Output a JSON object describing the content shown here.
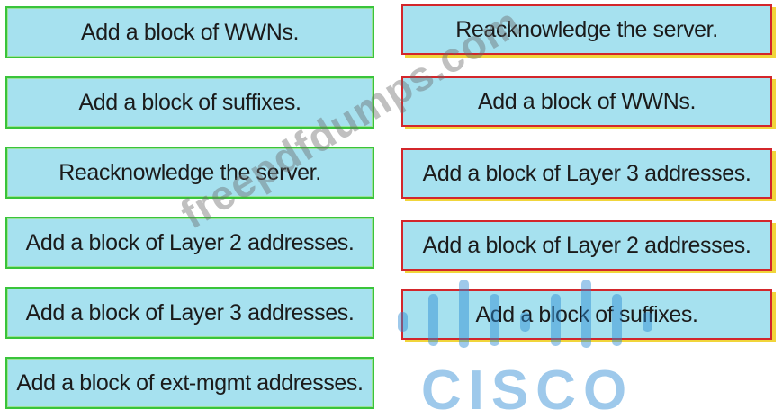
{
  "left_tiles": [
    {
      "label": "Add a block of WWNs."
    },
    {
      "label": "Add a block of suffixes."
    },
    {
      "label": "Reacknowledge the server."
    },
    {
      "label": "Add a block of Layer 2 addresses."
    },
    {
      "label": "Add a block of  Layer 3 addresses."
    },
    {
      "label": "Add a block of ext-mgmt addresses."
    }
  ],
  "right_tiles": [
    {
      "label": "Reacknowledge the server."
    },
    {
      "label": "Add a block of WWNs."
    },
    {
      "label": "Add a block of  Layer 3 addresses."
    },
    {
      "label": "Add a block of Layer 2 addresses."
    },
    {
      "label": "Add a block of suffixes."
    }
  ],
  "watermark": {
    "text": "freepdfdumps.com",
    "logo_text": "CISCO"
  },
  "colors": {
    "tile_fill": "#a6e1ef",
    "source_border": "#39c43b",
    "target_border": "#d3262b",
    "target_shadow": "#f1d53a",
    "logo_blue": "#2a8ad3"
  }
}
